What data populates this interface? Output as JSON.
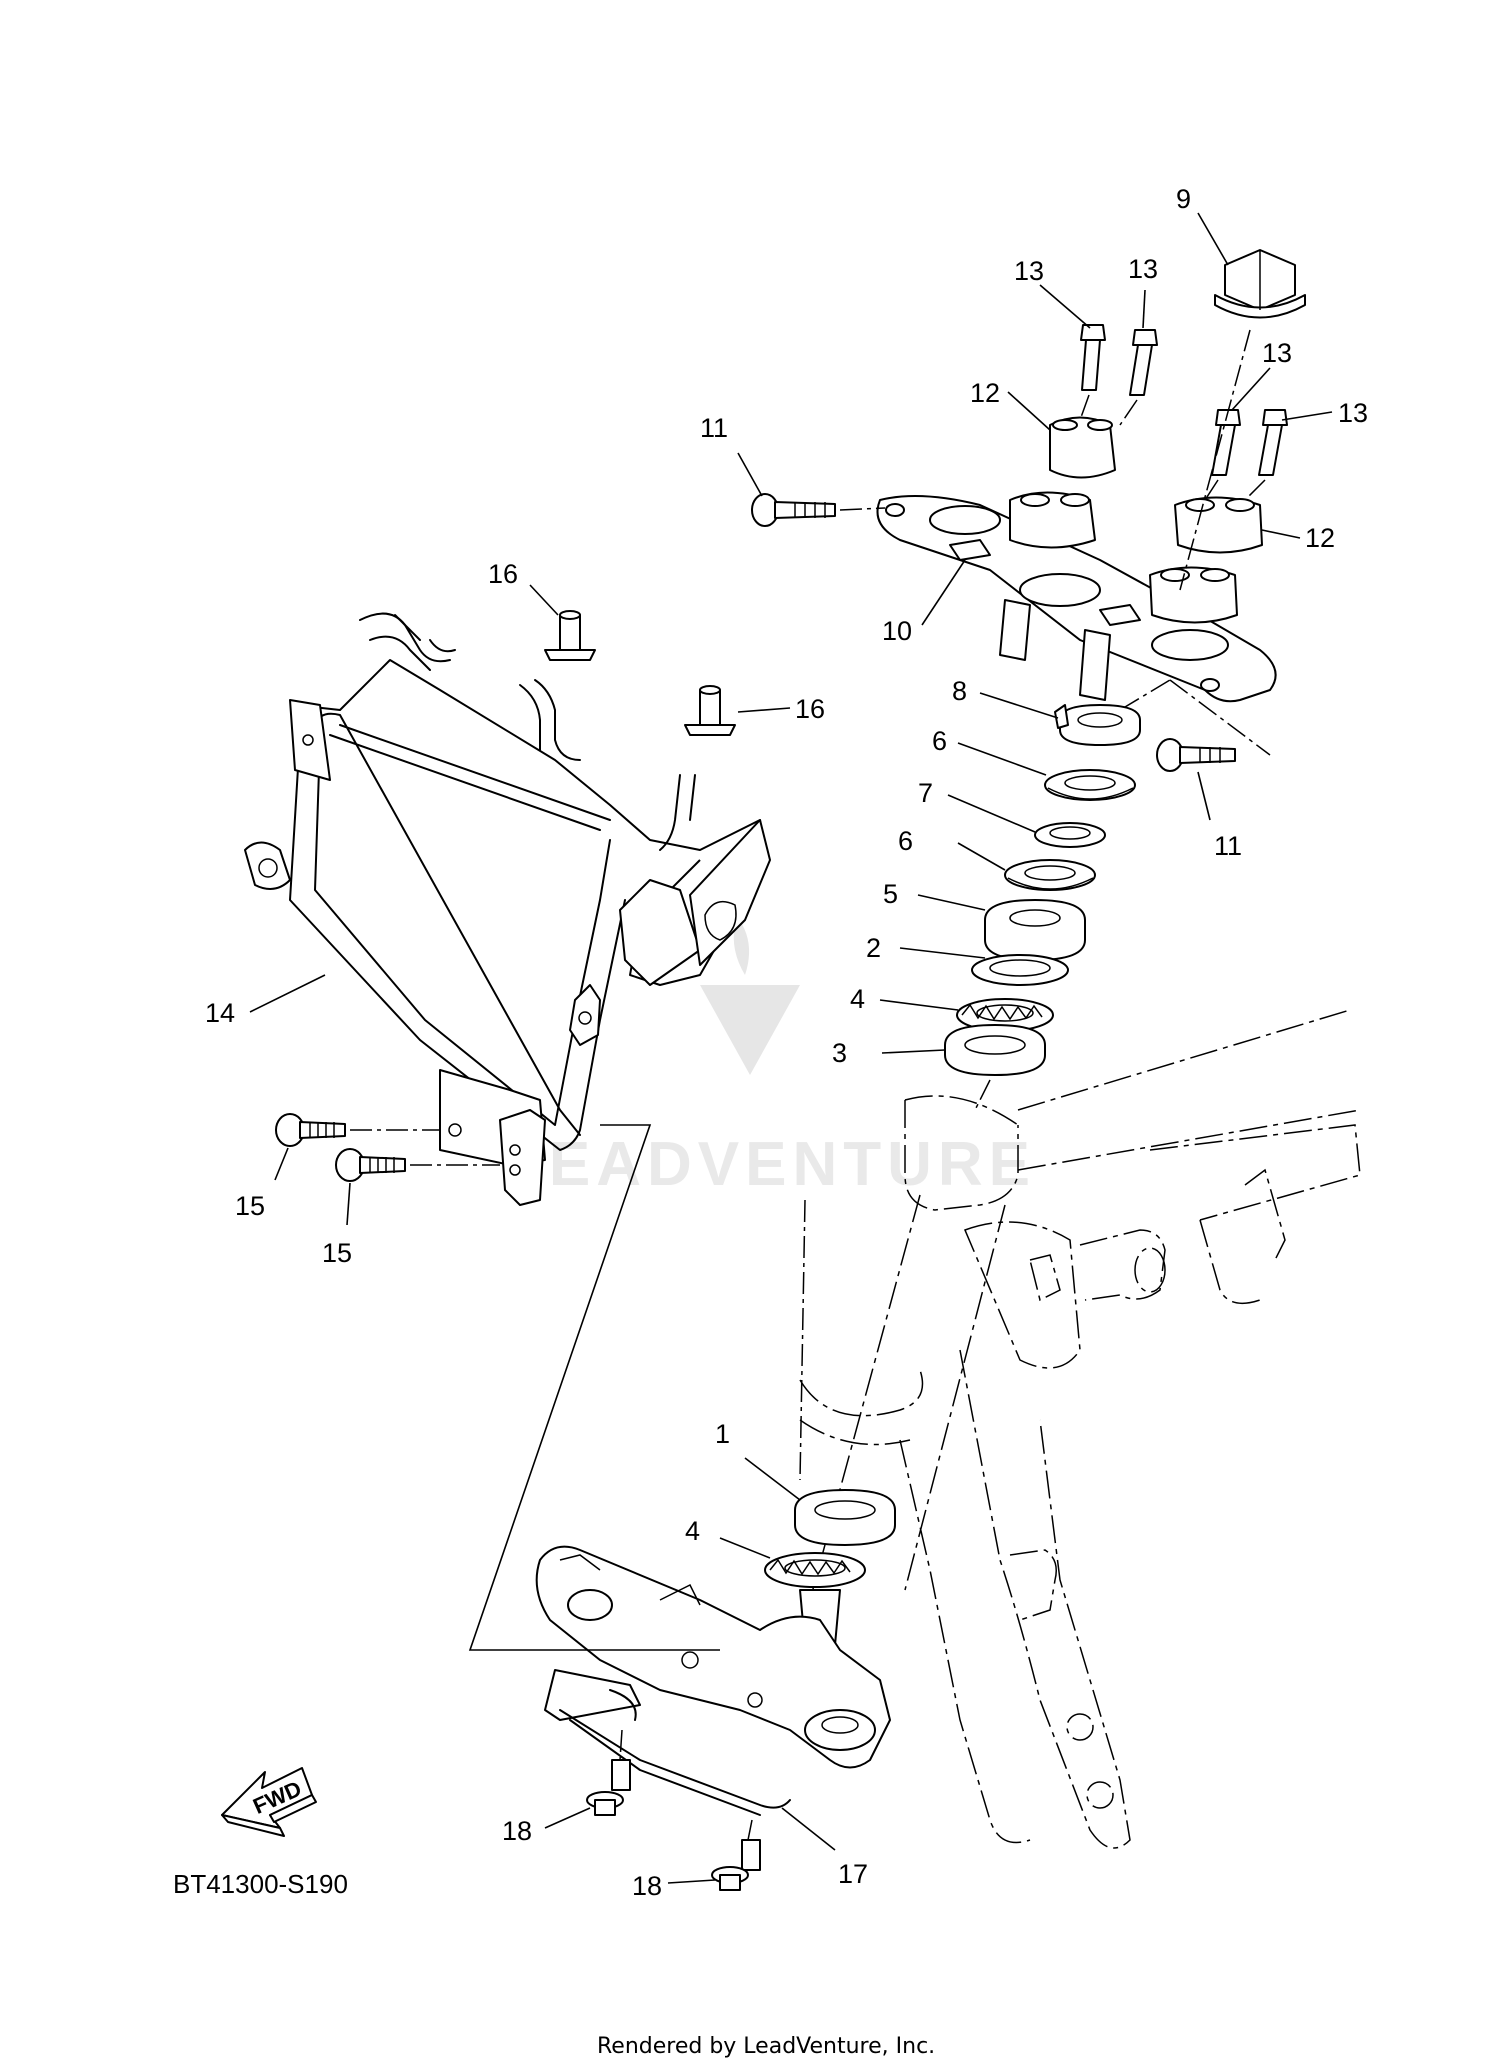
{
  "diagram_code": "BT41300-S190",
  "credit": "Rendered by LeadVenture, Inc.",
  "watermark": "LEADVENTURE",
  "direction_arrow": "FWD",
  "callouts": [
    {
      "id": "c1",
      "label": "1"
    },
    {
      "id": "c2",
      "label": "2"
    },
    {
      "id": "c3",
      "label": "3"
    },
    {
      "id": "c4a",
      "label": "4"
    },
    {
      "id": "c4b",
      "label": "4"
    },
    {
      "id": "c5",
      "label": "5"
    },
    {
      "id": "c6a",
      "label": "6"
    },
    {
      "id": "c6b",
      "label": "6"
    },
    {
      "id": "c7",
      "label": "7"
    },
    {
      "id": "c8",
      "label": "8"
    },
    {
      "id": "c9",
      "label": "9"
    },
    {
      "id": "c10",
      "label": "10"
    },
    {
      "id": "c11a",
      "label": "11"
    },
    {
      "id": "c11b",
      "label": "11"
    },
    {
      "id": "c12a",
      "label": "12"
    },
    {
      "id": "c12b",
      "label": "12"
    },
    {
      "id": "c13a",
      "label": "13"
    },
    {
      "id": "c13b",
      "label": "13"
    },
    {
      "id": "c13c",
      "label": "13"
    },
    {
      "id": "c13d",
      "label": "13"
    },
    {
      "id": "c14",
      "label": "14"
    },
    {
      "id": "c15a",
      "label": "15"
    },
    {
      "id": "c15b",
      "label": "15"
    },
    {
      "id": "c16a",
      "label": "16"
    },
    {
      "id": "c16b",
      "label": "16"
    },
    {
      "id": "c17",
      "label": "17"
    },
    {
      "id": "c18a",
      "label": "18"
    },
    {
      "id": "c18b",
      "label": "18"
    }
  ]
}
